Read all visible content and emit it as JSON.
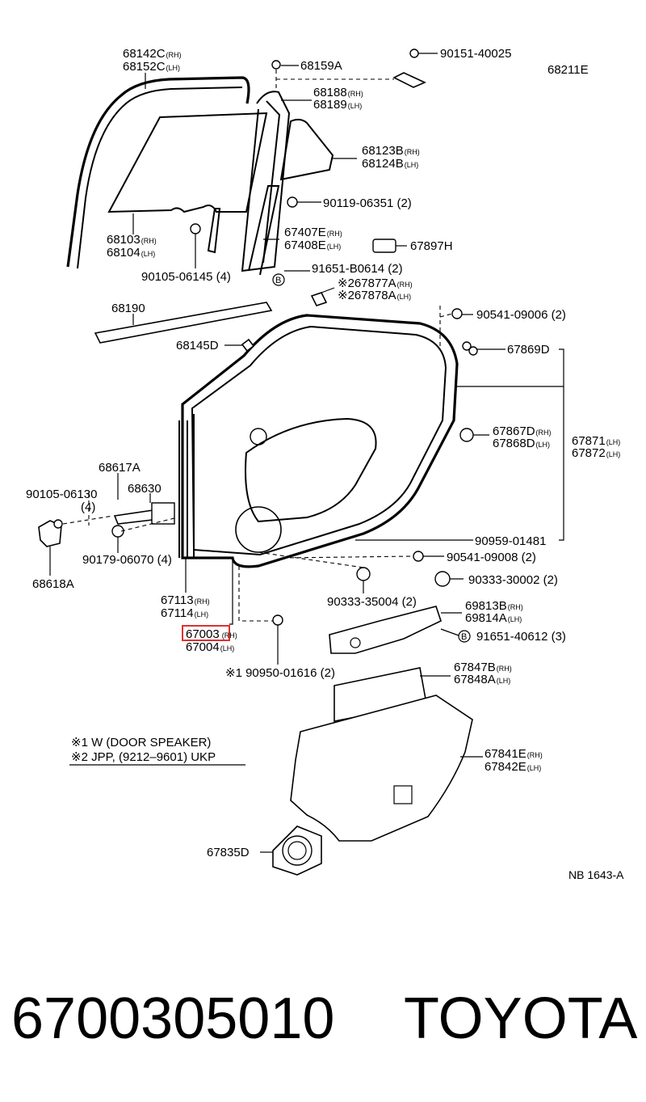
{
  "labels": {
    "p68142C": "68142C",
    "p68152C": "68152C",
    "p68159A": "68159A",
    "p90151_40025": "90151-40025",
    "p68211E": "68211E",
    "p68188": "68188",
    "p68189": "68189",
    "p68123B": "68123B",
    "p68124B": "68124B",
    "p90119_06351": "90119-06351 (2)",
    "p68103": "68103",
    "p68104": "68104",
    "p67407E": "67407E",
    "p67408E": "67408E",
    "p67897H": "67897H",
    "p90105_06145": "90105-06145 (4)",
    "p91651_B0614": "91651-B0614 (2)",
    "p67877A": "※267877A",
    "p67878A": "※267878A",
    "p68190": "68190",
    "p90541_09006": "90541-09006 (2)",
    "p68145D": "68145D",
    "p67869D": "67869D",
    "p67867D": "67867D",
    "p67868D": "67868D",
    "p67871": "67871",
    "p67872": "67872",
    "p68617A": "68617A",
    "p90105_06130": "90105-06130",
    "p90105_06130_qty": "(4)",
    "p68630": "68630",
    "p90959_01481": "90959-01481",
    "p90179_06070": "90179-06070 (4)",
    "p90541_09008": "90541-09008 (2)",
    "p68618A": "68618A",
    "p90333_30002": "90333-30002 (2)",
    "p67113": "67113",
    "p67114": "67114",
    "p90333_35004": "90333-35004 (2)",
    "p69813B": "69813B",
    "p69814A": "69814A",
    "p67003": "67003",
    "p67004": "67004",
    "p91651_40612": "91651-40612 (3)",
    "p90950_01616": "※1 90950-01616 (2)",
    "p67847B": "67847B",
    "p67848A": "67848A",
    "p67841E": "67841E",
    "p67842E": "67842E",
    "p67835D": "67835D",
    "circleB": "B",
    "rh": "(RH)",
    "lh": "(LH)"
  },
  "notes": {
    "note1": "※1  W (DOOR SPEAKER)",
    "note2": "※2  JPP, (9212–9601) UKP"
  },
  "diagram_id": "NB 1643-A",
  "footer": {
    "part_number": "6700305010",
    "brand": "TOYOTA"
  },
  "colors": {
    "highlight": "#e03030",
    "ink": "#000000"
  }
}
